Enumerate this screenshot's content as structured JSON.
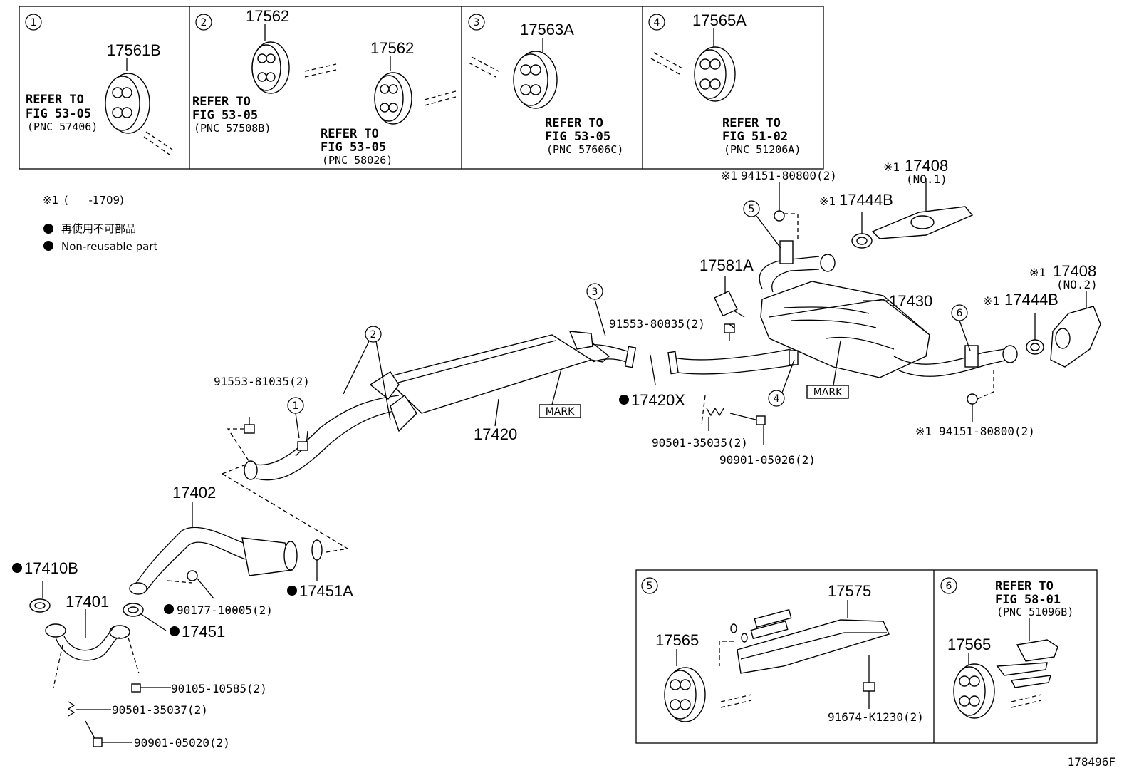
{
  "diagram_id": "178496F",
  "legend": {
    "note_symbol": "※1",
    "note_range": "(      -1709)",
    "nonreusable_jp": "再使用不可部品",
    "nonreusable_en": "Non-reusable part"
  },
  "panels": {
    "p1": {
      "num": "1",
      "part": "17561B",
      "ref1": "REFER TO",
      "ref2": "FIG 53-05",
      "ref3": "(PNC 57406)"
    },
    "p2": {
      "num": "2",
      "part_a": "17562",
      "part_b": "17562",
      "ref_a1": "REFER TO",
      "ref_a2": "FIG 53-05",
      "ref_a3": "(PNC 57508B)",
      "ref_b1": "REFER TO",
      "ref_b2": "FIG 53-05",
      "ref_b3": "(PNC 58026)"
    },
    "p3": {
      "num": "3",
      "part": "17563A",
      "ref1": "REFER TO",
      "ref2": "FIG 53-05",
      "ref3": "(PNC 57606C)"
    },
    "p4": {
      "num": "4",
      "part": "17565A",
      "ref1": "REFER TO",
      "ref2": "FIG 51-02",
      "ref3": "(PNC 51206A)"
    },
    "p5": {
      "num": "5",
      "part_a": "17575",
      "part_b": "17565",
      "part_c": "91674-K1230(2)"
    },
    "p6": {
      "num": "6",
      "part": "17565",
      "ref1": "REFER TO",
      "ref2": "FIG 58-01",
      "ref3": "(PNC 51096B)"
    }
  },
  "labels": {
    "l94151_top": "94151-80800(2)",
    "l17408_1": "17408",
    "l17408_1_sub": "(NO.1)",
    "l17444B_1": "17444B",
    "l17581A": "17581A",
    "l17430": "17430",
    "l17408_2": "17408",
    "l17408_2_sub": "(NO.2)",
    "l17444B_2": "17444B",
    "l91553_80835": "91553-80835(2)",
    "l17420X": "17420X",
    "l91553_81035": "91553-81035(2)",
    "l17420": "17420",
    "mark1": "MARK",
    "mark2": "MARK",
    "l90501_35035": "90501-35035(2)",
    "l90901_05026": "90901-05026(2)",
    "l94151_bottom": "94151-80800(2)",
    "l17402": "17402",
    "l17410B": "17410B",
    "l17401": "17401",
    "l90177": "90177-10005(2)",
    "l17451": "17451",
    "l17451A": "17451A",
    "l90105": "90105-10585(2)",
    "l90501_35037": "90501-35037(2)",
    "l90901_05020": "90901-05020(2)"
  },
  "callouts": {
    "c1": "1",
    "c2": "2",
    "c3": "3",
    "c4": "4",
    "c5": "5",
    "c6": "6"
  }
}
